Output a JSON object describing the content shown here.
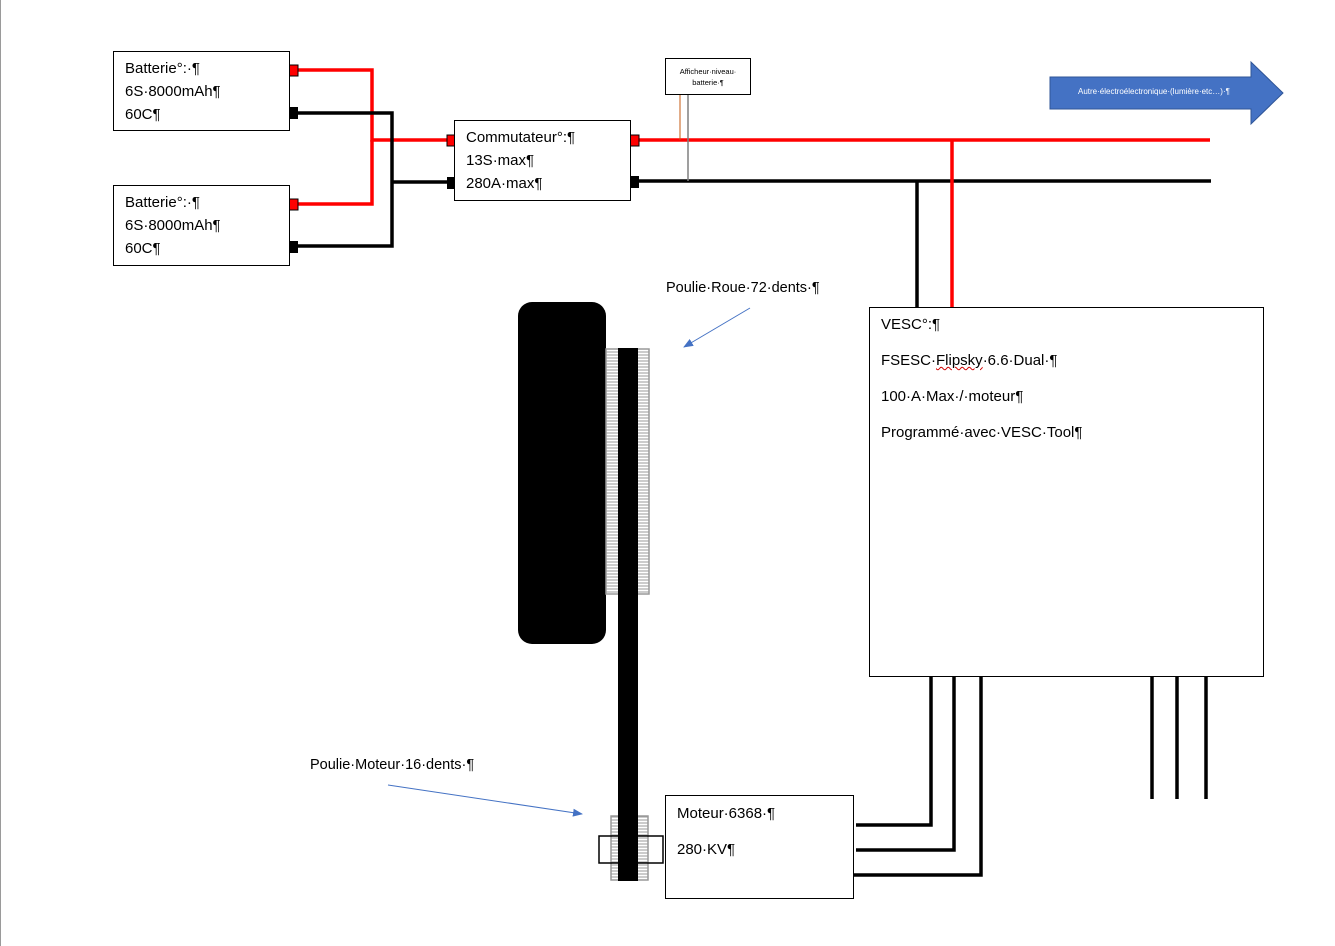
{
  "battery_1": {
    "lines": [
      "Batterie°:·¶",
      "6S·8000mAh¶",
      "60C¶"
    ]
  },
  "battery_2": {
    "lines": [
      "Batterie°:·¶",
      "6S·8000mAh¶",
      "60C¶"
    ]
  },
  "switch": {
    "lines": [
      "Commutateur°:¶",
      "13S·max¶",
      "280A·max¶"
    ]
  },
  "battery_display": {
    "lines": [
      "Afficheur·niveau·",
      "batterie·¶"
    ]
  },
  "arrow_other": {
    "label": "Autre·électroélectronique·(lumière·etc…)·¶"
  },
  "vesc": {
    "line1": "VESC°:¶",
    "line2_pre": "FSESC·",
    "line2_flag": "Flipsky",
    "line2_post": "·6.6·Dual·¶",
    "line3": "100·A·Max·/·moteur¶",
    "line4": "Programmé·avec·VESC·Tool¶"
  },
  "motor": {
    "lines": [
      "Moteur·6368·¶",
      "280·KV¶"
    ]
  },
  "labels": {
    "wheel_pulley": "Poulie·Roue·72·dents·¶",
    "motor_pulley": "Poulie·Moteur·16·dents·¶"
  },
  "colors": {
    "positive_wire": "#ff0000",
    "negative_wire": "#000000",
    "arrow_fill": "#4472c4",
    "arrow_stroke": "#2f5597",
    "pointer_arrow": "#4472c4",
    "pulley_hatch": "#999999"
  }
}
